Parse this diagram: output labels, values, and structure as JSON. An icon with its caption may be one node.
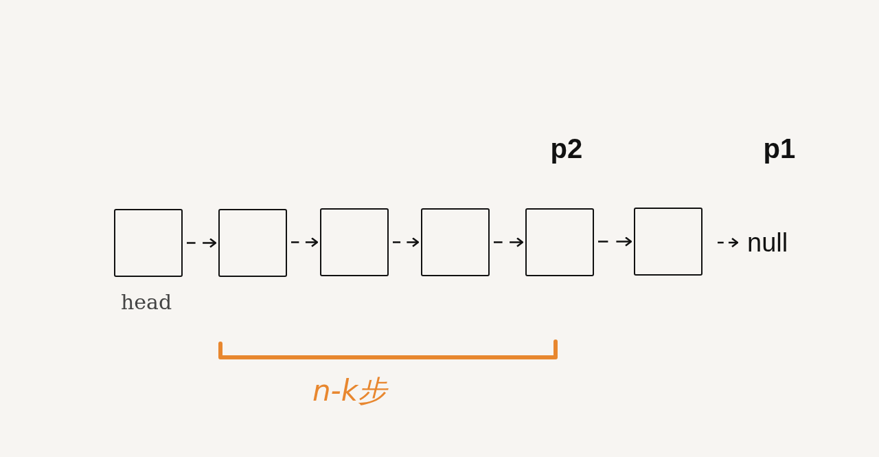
{
  "diagram": {
    "nodes": [
      {
        "text": [],
        "shape": "box",
        "beside": [
          "head"
        ]
      },
      {
        "text": [],
        "shape": "box"
      },
      {
        "text": [],
        "shape": "box"
      },
      {
        "text": [],
        "shape": "box"
      },
      {
        "text": [],
        "shape": "box",
        "beside": [
          "p2"
        ]
      },
      {
        "text": [],
        "shape": "box"
      },
      {
        "text": [
          "null"
        ],
        "beside": [
          "p1"
        ]
      }
    ],
    "edges": [
      {
        "from": 0,
        "to": 1,
        "arrow": "to"
      },
      {
        "from": 1,
        "to": 2,
        "arrow": "to"
      },
      {
        "from": 2,
        "to": 3,
        "arrow": "to"
      },
      {
        "from": 3,
        "to": 4,
        "arrow": "to"
      },
      {
        "from": 4,
        "to": 5,
        "arrow": "to"
      },
      {
        "from": 5,
        "to": 6,
        "arrow": "to"
      }
    ],
    "labels": [
      "n-k步"
    ]
  }
}
